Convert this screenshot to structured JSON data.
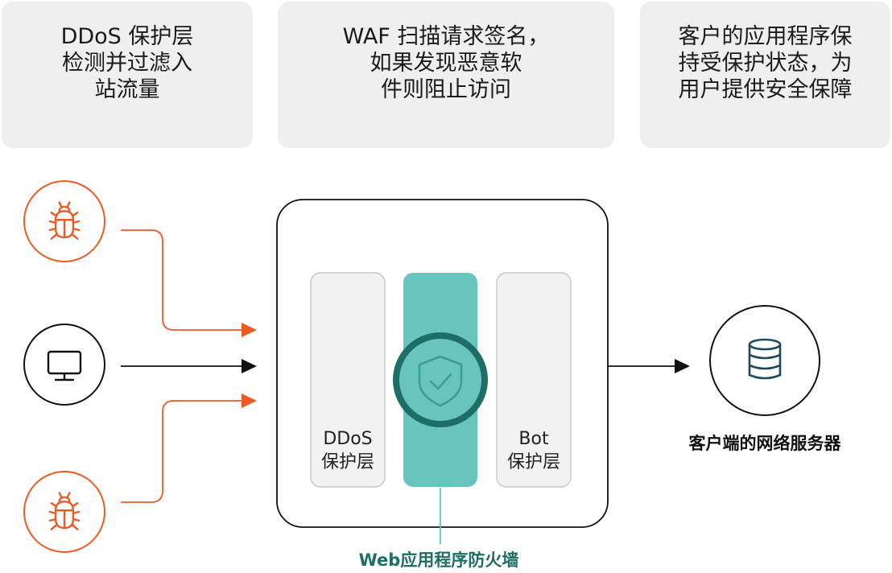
{
  "colors": {
    "accent_orange": "#ee5a24",
    "waf_teal": "#67c4be",
    "waf_dark_teal": "#1d6e66",
    "box_gray": "#efefef",
    "layer_gray": "#f2f2f2",
    "line_dark": "#111111"
  },
  "panels": {
    "ddos_text": "DDoS 保护层\n检测并过滤入\n站流量",
    "waf_text": "WAF 扫描请求签名，\n如果发现恶意软\n件则阻止访问",
    "app_text": "客户的应用程序保\n持受保护状态，为\n用户提供安全保障"
  },
  "firewall": {
    "ddos_layer_label": "DDoS\n保护层",
    "bot_layer_label": "Bot\n保护层",
    "waf_caption": "Web应用程序防火墙"
  },
  "server": {
    "caption": "客户端的网络服务器"
  },
  "icons": {
    "top_bug": "bug-icon",
    "middle": "monitor-icon",
    "bottom_bug": "bug-icon",
    "waf": "shield-check-icon",
    "server": "database-icon"
  }
}
